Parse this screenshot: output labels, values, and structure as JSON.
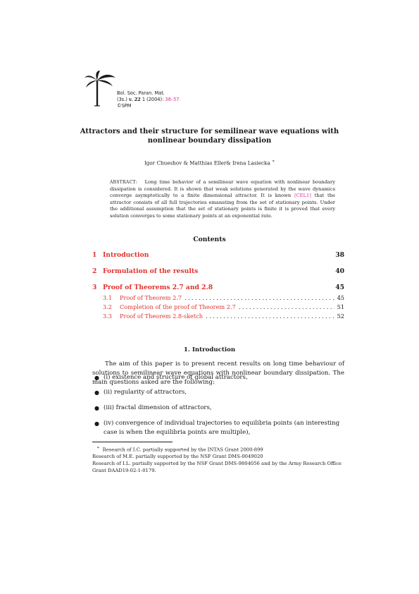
{
  "header": {
    "journal_line": "Bol. Soc. Paran. Mat.",
    "series": "(3s.)",
    "volume_prefix": "v.",
    "volume": "22",
    "issue_year": "1 (2004):",
    "pages": "38–57.",
    "copyright": "©SPM"
  },
  "title": {
    "line1": "Attractors and their structure for semilinear wave equations with",
    "line2": "nonlinear boundary dissipation"
  },
  "authors": "Igor Chueshov & Matthias Eller& Irena Lasiecka",
  "author_mark": "∗",
  "abstract": {
    "label": "ABSTRACT:",
    "text_before": "Long time behavior of a semilinear wave equation with nonlinear boundary dissipation is considered. It is shown that weak solutions generated by the wave dynamics converge asymptotically to a finite dimensional attractor. It is known",
    "citation": "[CEL1]",
    "text_after": "that the attractor consists of all full trajectories emanating from the set of stationary points. Under the additional assumption that the set of stationary points is finite it is proved that every solution converges to some stationary points at an exponential rate."
  },
  "contents": {
    "heading": "Contents",
    "sections": [
      {
        "num": "1",
        "title": "Introduction",
        "page": "38"
      },
      {
        "num": "2",
        "title": "Formulation of the results",
        "page": "40"
      },
      {
        "num": "3",
        "title": "Proof of Theorems 2.7 and 2.8",
        "page": "45"
      }
    ],
    "subsections": [
      {
        "num": "3.1",
        "title": "Proof of Theorem 2.7",
        "page": "45"
      },
      {
        "num": "3.2",
        "title": " Completion of the proof of Theorem 2.7",
        "page": "51"
      },
      {
        "num": "3.3",
        "title": "Proof of Theorem 2.8-sketch",
        "page": "52"
      }
    ]
  },
  "section1": {
    "heading": "1. Introduction",
    "paragraph": "The aim of this paper is to present recent results on long time behaviour of solutions to semilinear wave equations with nonlinear boundary dissipation. The main questions asked are the following:",
    "bullets": [
      "(i) existence and structure of global attractors,",
      "(ii) regularity of attractors,",
      "(iii) fractal dimension of attractors,",
      "(iv) convergence of individual trajectories to equilibria points (an interesting case is when the equilibria points are multiple),"
    ]
  },
  "footnotes": {
    "mark": "∗",
    "line1": "Research of I.C. partially supported by the INTAS Grant 2000-899",
    "line2": "Research of M.E. partially supported by the NSF Grant DMS-0049020",
    "line3": "Research of I.L. partially supported by the NSF Grant DMS-9804056 and by the Army Research Office Grant DAAD19-02-1-0179."
  },
  "colors": {
    "link_red": "#e0322d",
    "link_magenta": "#d6339a",
    "text": "#1a1a1a"
  }
}
